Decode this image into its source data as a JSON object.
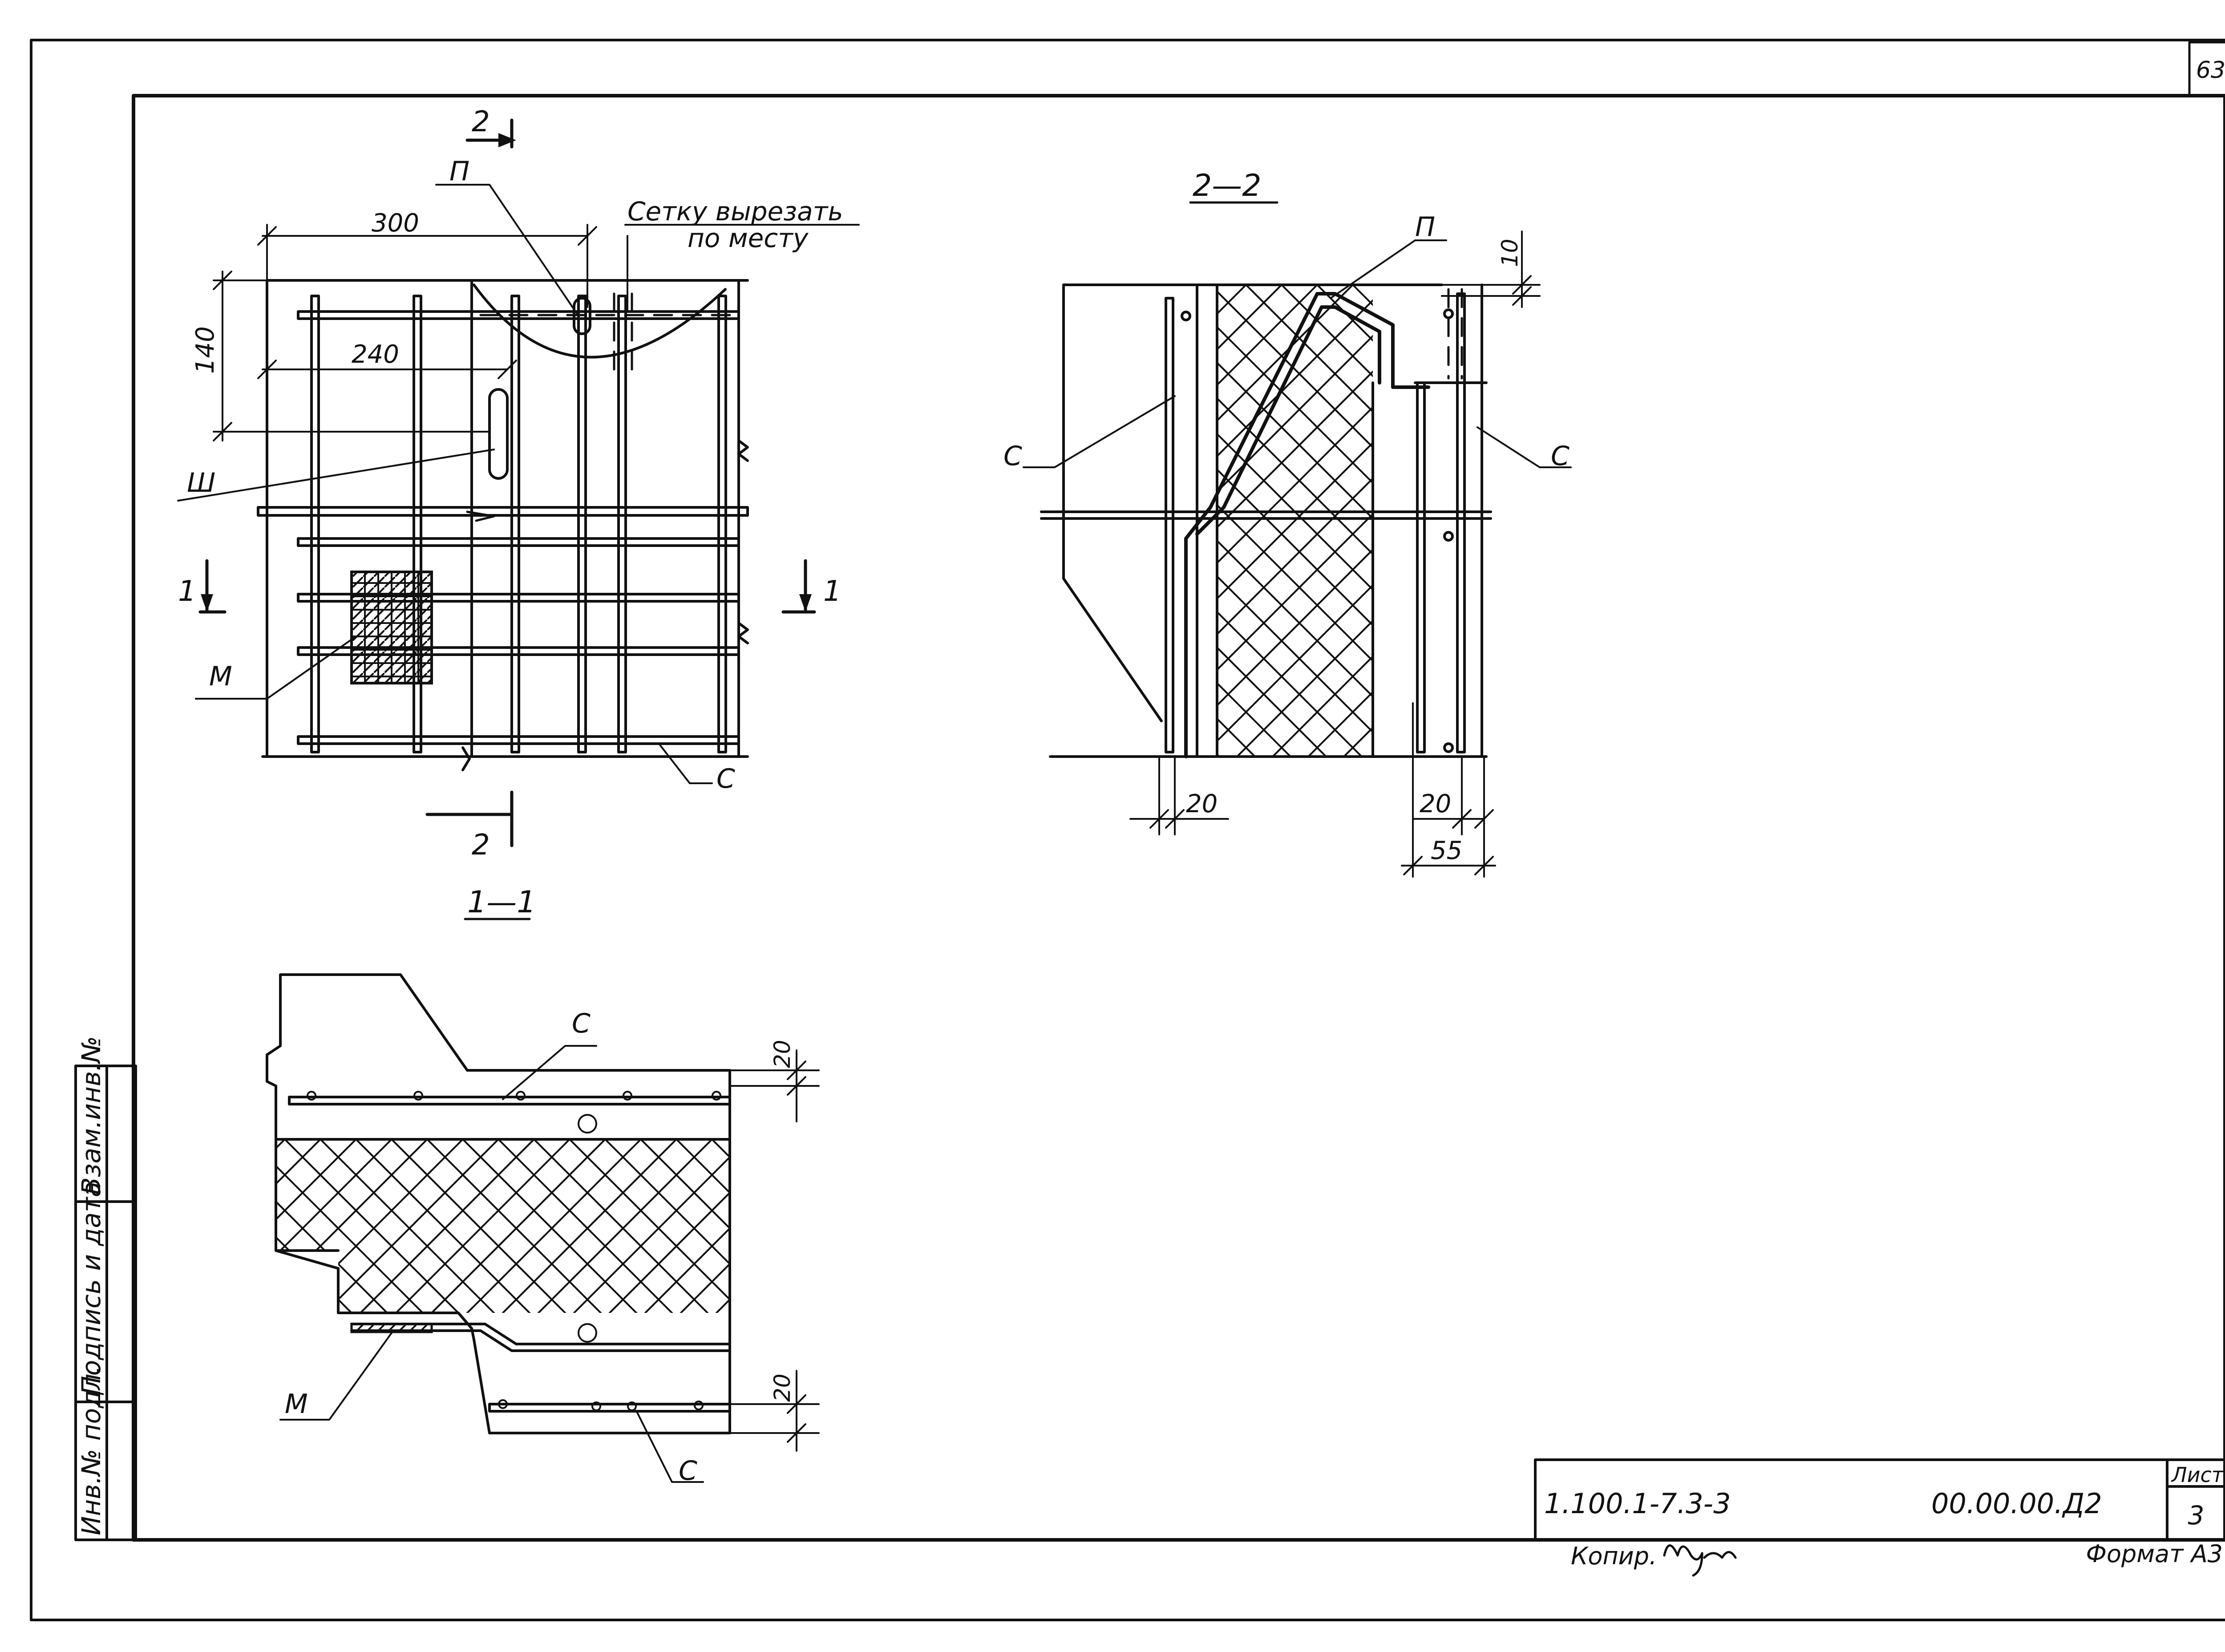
{
  "sheet": {
    "page_no": "63",
    "designation": "1.100.1-7.3-3",
    "code": "00.00.00.Д2",
    "sheet_label": "Лист",
    "sheet_no": "3",
    "copied": "Копир.",
    "format": "Формат А3"
  },
  "side_stamp": {
    "col1": "Инв.№ подл.",
    "col2": "Подпись и дата",
    "col3": "Взам.инв.№"
  },
  "plan": {
    "note_line1": "Сетку вырезать",
    "note_line2": "по месту",
    "dim_300": "300",
    "dim_240": "240",
    "dim_140": "140",
    "label_P": "П",
    "label_Sh": "Ш",
    "label_M": "М",
    "label_S": "С",
    "cut1_left": "1",
    "cut1_right": "1",
    "cut2_top": "2",
    "cut2_bottom": "2"
  },
  "section11": {
    "title": "1—1",
    "label_S_top": "С",
    "label_S_bottom": "С",
    "label_M": "М",
    "dim_20_top": "20",
    "dim_20_bottom": "20"
  },
  "section22": {
    "title": "2—2",
    "label_P": "П",
    "label_S_left": "С",
    "label_S_right": "С",
    "dim_10": "10",
    "dim_20_left": "20",
    "dim_20_right": "20",
    "dim_55": "55"
  }
}
